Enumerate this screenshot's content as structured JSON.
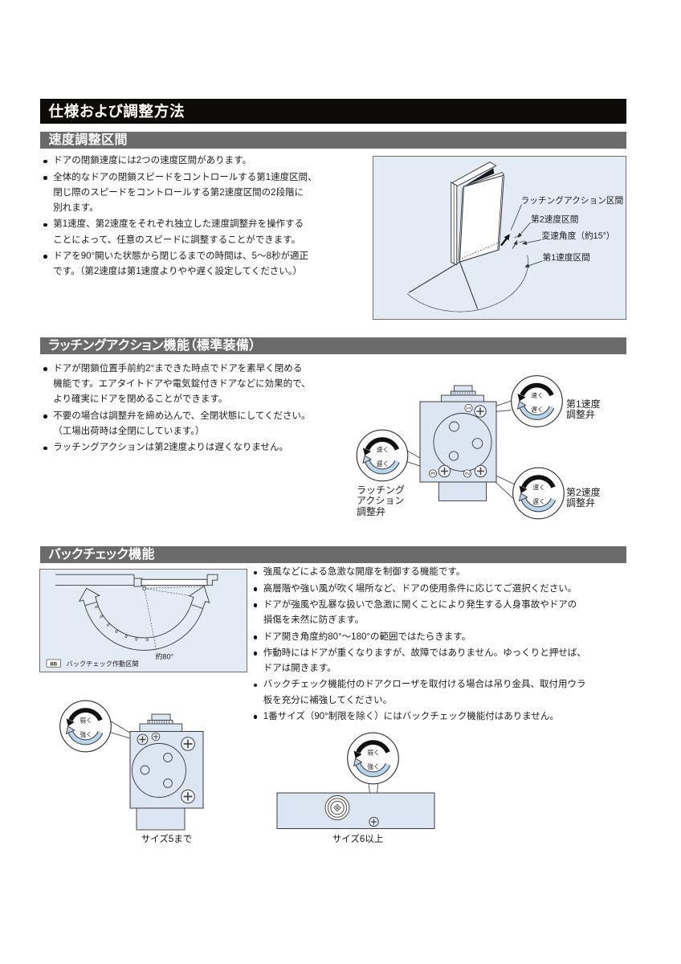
{
  "colors": {
    "header_bar": "#0d0b09",
    "section_bar": "#6b6b6b",
    "diagram_bg": "#e3ecf5",
    "diagram_border": "#6f6f6f",
    "closer_body_fill": "#dbe6f2",
    "blue_arrow": "#b7d6ec",
    "text": "#1c1c1c"
  },
  "header": {
    "title": "仕様および調整方法"
  },
  "speed_section": {
    "bar_label": "速度調整区間",
    "bullets": [
      "ドアの閉鎖速度には2つの速度区間があります。",
      "全体的なドアの閉鎖スピードをコントロールする第1速度区間、\n閉じ際のスピードをコントロールする第2速度区間の2段階に\n別れます。",
      "第1速度、第2速度をそれぞれ独立した速度調整弁を操作する\nことによって、任意のスピードに調整することができます。",
      "ドアを90°開いた状態から閉じるまでの時間は、5〜8秒が適正\nです。（第2速度は第1速度よりやや遅く設定してください。）"
    ],
    "diagram": {
      "latching_zone_label": "ラッチングアクション区間",
      "second_speed_zone_label": "第2速度区間",
      "shift_angle_label": "変速角度（約15°）",
      "first_speed_zone_label": "第1速度区間"
    }
  },
  "latching_section": {
    "bar_label": "ラッチングアクション機能（標準装備）",
    "bullets": [
      "ドアが閉鎖位置手前約2°まできた時点でドアを素早く閉める\n機能です。エアタイトドアや電気錠付きドアなどに効果的で、\nより確実にドアを閉めることができます。",
      "不要の場合は調整弁を締め込んで、全閉状態にしてください。\n（工場出荷時は全閉にしています。）",
      "ラッチングアクションは第2速度よりは遅くなりません。"
    ],
    "diagram": {
      "fast": "速く",
      "slow": "遅く",
      "valve1_label": "第1速度\n調整弁",
      "valve2_label": "第2速度\n調整弁",
      "valve3_label": "ラッチング\nアクション\n調整弁",
      "screw_numbers": [
        "1",
        "2",
        "3"
      ]
    }
  },
  "backcheck_section": {
    "bar_label": "バックチェック機能",
    "bullets": [
      "強風などによる急激な開扉を制御する機能です。",
      "高層階や強い風が吹く場所など、ドアの使用条件に応じてご選択ください。",
      "ドアが強風や乱暴な扱いで急激に開くことにより発生する人身事故やドアの\n損傷を未然に防ぎます。",
      "ドア開き角度約80°〜180°の範囲ではたらきます。",
      "作動時にはドアが重くなりますが、故障ではありません。ゆっくりと押せば、\nドアは開きます。",
      "バックチェック機能付のドアクローザを取付ける場合は吊り金具、取付用ウラ\n板を充分に補強してください。",
      "1番サイズ（90°制限を除く）にはバックチェック機能付はありません。"
    ],
    "diagram": {
      "angle_label": "約80°",
      "legend_code": "BB",
      "legend_label": "バックチェック作動区間",
      "band_letter": "B"
    }
  },
  "size_section": {
    "weak": "弱く",
    "strong": "強く",
    "size5_label": "サイズ5まで",
    "size6_label": "サイズ6以上"
  }
}
